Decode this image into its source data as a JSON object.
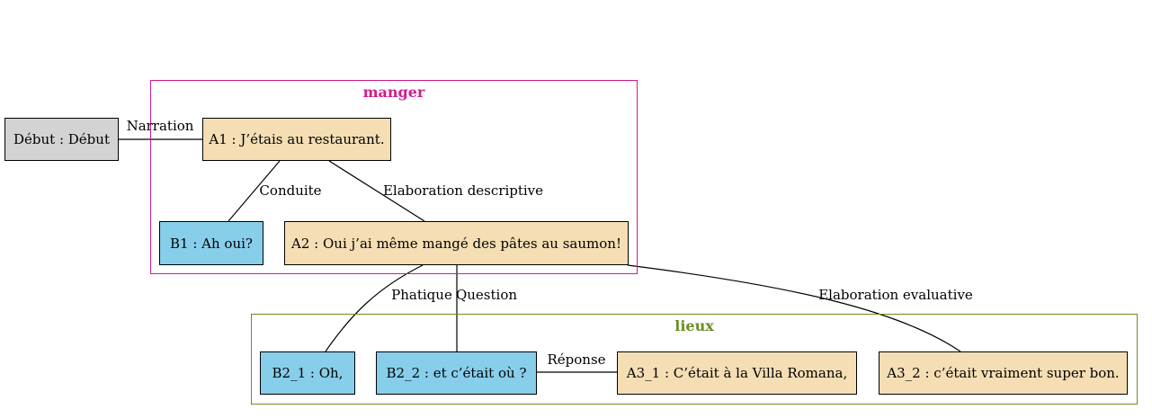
{
  "colors": {
    "speaker_a": "#f5deb3",
    "speaker_b": "#87ceeb",
    "start": "#d3d3d3",
    "cluster_manger": "#d01b8f",
    "cluster_lieux": "#6b8e23"
  },
  "clusters": {
    "manger": {
      "title": "manger"
    },
    "lieux": {
      "title": "lieux"
    }
  },
  "nodes": {
    "debut": "Début : Début",
    "a1": "A1 : J’étais au restaurant.",
    "b1": "B1 : Ah oui?",
    "a2": "A2 : Oui j’ai même mangé des pâtes au saumon!",
    "b2_1": "B2_1 : Oh,",
    "b2_2": "B2_2 : et c’était où ?",
    "a3_1": "A3_1 : C’était à la Villa Romana,",
    "a3_2": "A3_2 : c’était vraiment super bon."
  },
  "edges": {
    "narration": "Narration",
    "conduite": "Conduite",
    "elaboration_descriptive": "Elaboration descriptive",
    "phatique": "Phatique",
    "question": "Question",
    "elaboration_evaluative": "Elaboration evaluative",
    "reponse": "Réponse"
  }
}
